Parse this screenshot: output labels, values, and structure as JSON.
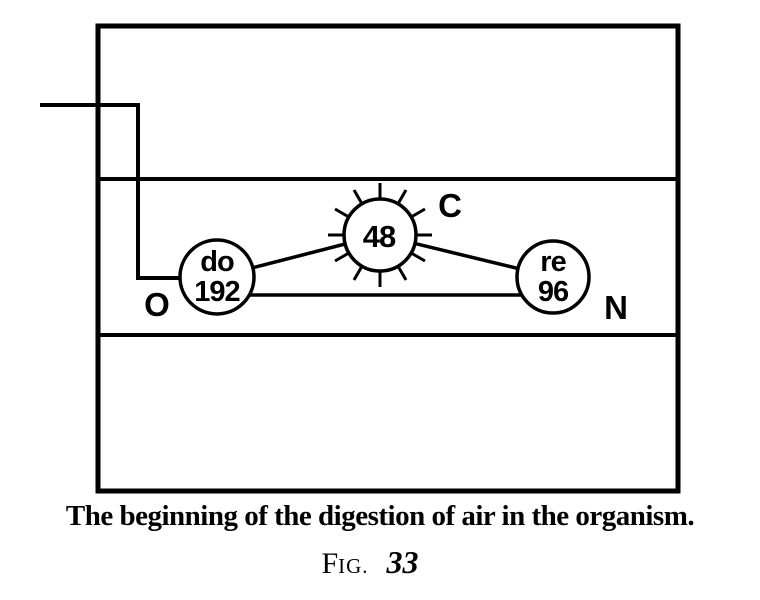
{
  "figure": {
    "nodes": {
      "do": {
        "note": "do",
        "value": "192"
      },
      "sun": {
        "value": "48"
      },
      "re": {
        "note": "re",
        "value": "96"
      }
    },
    "element_labels": {
      "oxygen": "O",
      "carbon": "C",
      "nitrogen": "N"
    },
    "caption": "The beginning of the digestion of air in the organism.",
    "fig_label": {
      "initial": "F",
      "small_caps": "IG.",
      "number": "33"
    },
    "colors": {
      "ink": "#000000",
      "background": "#ffffff"
    }
  }
}
